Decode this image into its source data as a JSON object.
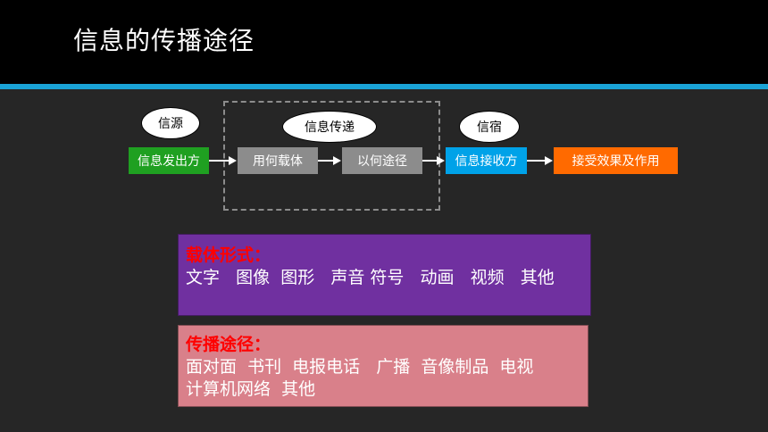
{
  "title": "信息的传播途径",
  "colors": {
    "header_bg": "#000000",
    "accent_line": "#1aa3d6",
    "background": "#262626",
    "source_box": "#1fa021",
    "medium_box": "#8c8c8c",
    "receiver_box": "#00a2e8",
    "effect_box": "#ff6a00",
    "media_panel": "#7030a0",
    "channel_panel": "#d9808a",
    "panel_heading": "#ff0000"
  },
  "diagram": {
    "ovals": {
      "source": "信源",
      "transmission": "信息传递",
      "sink": "信宿"
    },
    "boxes": {
      "sender": "信息发出方",
      "medium": "用何载体",
      "channel": "以何途径",
      "receiver": "信息接收方",
      "effect": "接受效果及作用"
    }
  },
  "media_panel": {
    "heading": "载体形式：",
    "body": "文字   图像  图形   声音 符号   动画   视频   其他"
  },
  "channel_panel": {
    "heading": "传播途径：",
    "body": "面对面  书刊  电报电话   广播  音像制品  电视\n计算机网络  其他"
  }
}
